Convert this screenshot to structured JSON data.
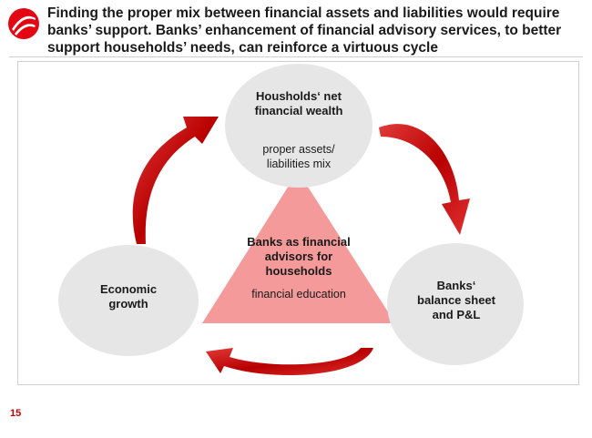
{
  "header": {
    "title": "Finding the proper mix between financial assets and liabilities would require banks’ support. Banks’ enhancement of financial advisory services, to better support households’ needs, can reinforce a virtuous cycle"
  },
  "diagram": {
    "top_node": {
      "title": "Housholds‘ net financial wealth",
      "subtitle": "proper assets/ liabilities mix"
    },
    "left_node": {
      "title": "Economic growth"
    },
    "right_node": {
      "title": "Banks‘ balance sheet and P&L"
    },
    "center_node": {
      "title": "Banks as financial advisors for households",
      "subtitle": "financial education"
    }
  },
  "footer": {
    "page_number": "15"
  },
  "colors": {
    "circle_fill": "#e6e6e6",
    "triangle_fill": "#f59a9a",
    "arrow_red": "#cc1111",
    "brand_red": "#e30613"
  },
  "icons": {
    "logo": "brand-logo-icon"
  }
}
